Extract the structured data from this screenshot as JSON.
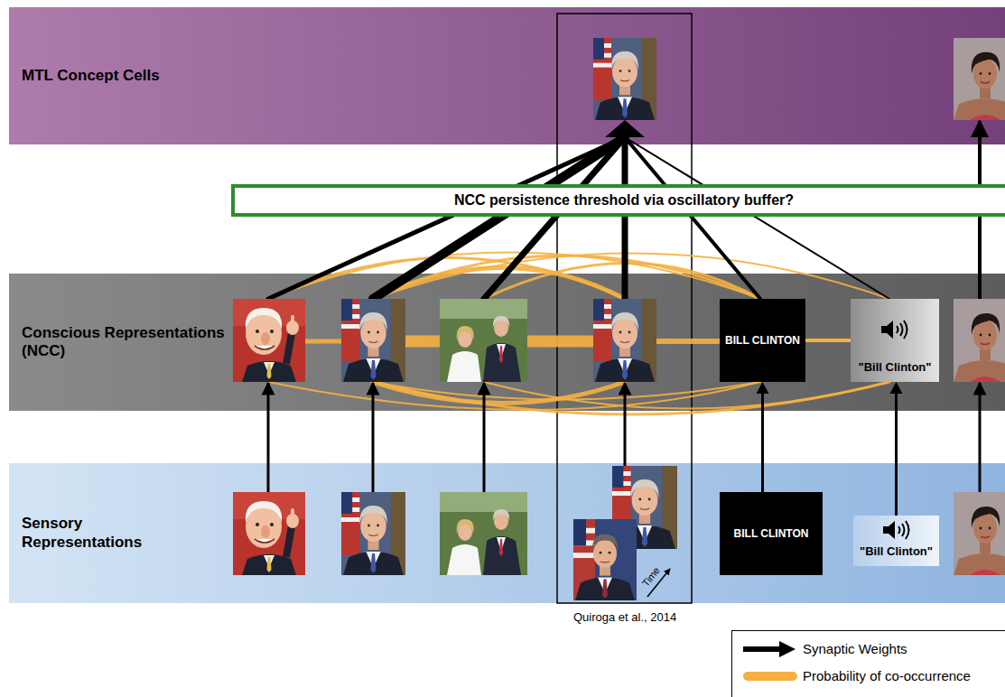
{
  "diagram": {
    "nodes": [
      {
        "text": [
          "MTL Concept Cells"
        ]
      },
      {
        "text": [
          "NCC persistence threshold via oscillatory buffer?"
        ]
      },
      {
        "text": [
          "Conscious Representations (NCC)"
        ]
      },
      {
        "text": [
          "BILL CLINTON"
        ],
        "in": 2
      },
      {
        "text": [
          "\"Bill Clinton\""
        ],
        "in": 2
      },
      {
        "text": [
          "Sensory Representations"
        ]
      },
      {
        "text": [
          "BILL CLINTON"
        ],
        "in": 5
      },
      {
        "text": [
          "\"Bill Clinton\""
        ],
        "in": 5
      }
    ],
    "edges": [
      {
        "from": 6,
        "to": 3,
        "arrow": "to"
      },
      {
        "from": 7,
        "to": 4,
        "arrow": "to"
      },
      {
        "from": 3,
        "to": 4,
        "arrow": "none"
      }
    ],
    "labels": [
      "Time",
      "Quiroga et al., 2014"
    ],
    "legend": [
      {
        "text": "Synaptic Weights"
      },
      {
        "text": "Probability of co-occurrence",
        "color": "#f5b041"
      }
    ]
  }
}
